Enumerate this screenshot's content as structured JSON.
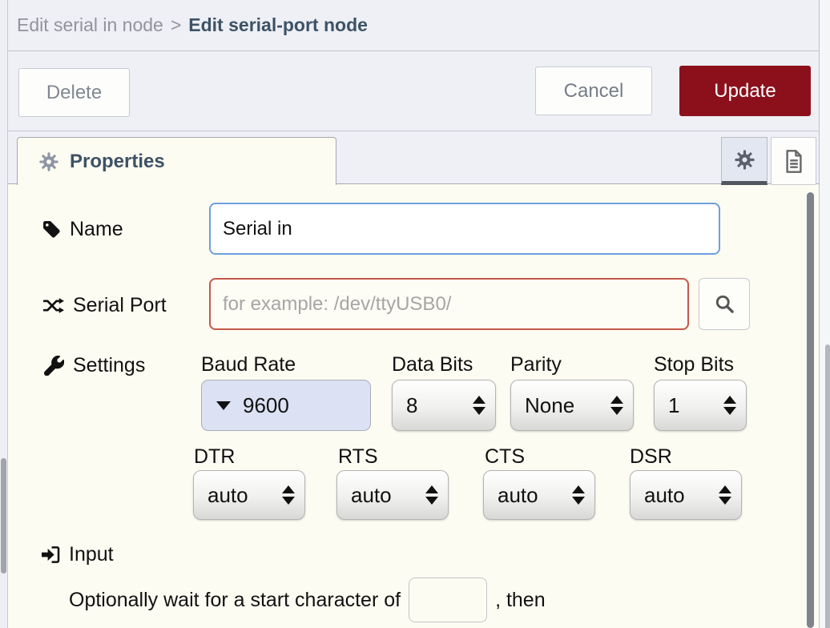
{
  "window": {
    "breadcrumb": {
      "parent": "Edit serial in node",
      "separator": ">",
      "current": "Edit serial-port node"
    }
  },
  "toolbar": {
    "delete_label": "Delete",
    "cancel_label": "Cancel",
    "update_label": "Update"
  },
  "tabbar": {
    "properties_label": "Properties"
  },
  "form": {
    "name": {
      "label": "Name",
      "value": "Serial in"
    },
    "serial_port": {
      "label": "Serial Port",
      "value": "",
      "placeholder": "for example: /dev/ttyUSB0/"
    },
    "settings": {
      "label": "Settings",
      "row1": [
        {
          "label": "Baud Rate",
          "value": "9600"
        },
        {
          "label": "Data Bits",
          "value": "8"
        },
        {
          "label": "Parity",
          "value": "None"
        },
        {
          "label": "Stop Bits",
          "value": "1"
        }
      ],
      "row2": [
        {
          "label": "DTR",
          "value": "auto"
        },
        {
          "label": "RTS",
          "value": "auto"
        },
        {
          "label": "CTS",
          "value": "auto"
        },
        {
          "label": "DSR",
          "value": "auto"
        }
      ]
    },
    "input_section": {
      "label": "Input",
      "text_before": "Optionally wait for a start character of",
      "char_value": "",
      "text_after": ", then"
    }
  },
  "icons": {
    "tab_icon": "gear-icon",
    "name_icon": "tag-icon",
    "serial_port_icon": "shuffle-icon",
    "settings_icon": "wrench-icon",
    "input_icon": "sign-in-icon",
    "search_icon": "magnifier-icon"
  },
  "colors": {
    "update_button_bg": "#8C101C",
    "name_input_border": "#6f9fdf",
    "serial_port_input_border": "#c4584a",
    "baud_select_bg": "#dce2f4",
    "panel_bg": "#fdfcf2",
    "bar_bg": "#eef0f6"
  }
}
